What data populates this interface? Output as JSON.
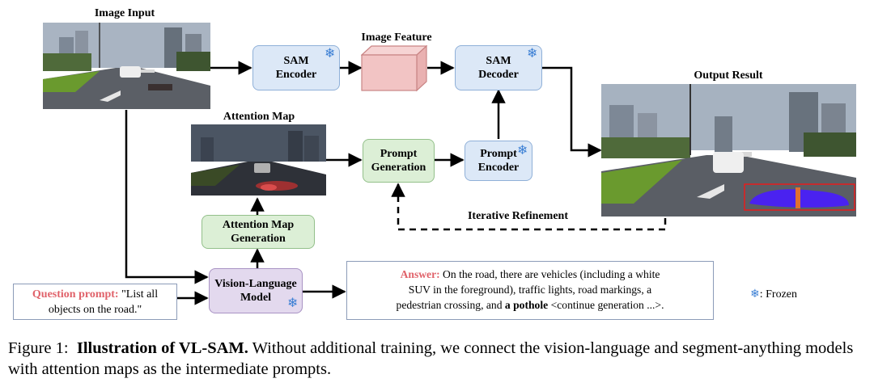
{
  "labels": {
    "image_input": "Image Input",
    "image_feature": "Image Feature",
    "output_result": "Output Result",
    "attention_map": "Attention Map",
    "iterative_refinement": "Iterative Refinement",
    "frozen": ": Frozen"
  },
  "boxes": {
    "sam_encoder": [
      "SAM",
      "Encoder"
    ],
    "sam_decoder": [
      "SAM",
      "Decoder"
    ],
    "prompt_generation": [
      "Prompt",
      "Generation"
    ],
    "prompt_encoder": [
      "Prompt",
      "Encoder"
    ],
    "attention_map_generation": [
      "Attention Map",
      "Generation"
    ],
    "vision_language_model": [
      "Vision-Language",
      "Model"
    ]
  },
  "question": {
    "label": "Question prompt:",
    "text_line1": " \"List all",
    "text_line2": "objects on the road.\""
  },
  "answer": {
    "label": "Answer:",
    "text_line1": " On the road, there are vehicles (including a white",
    "text_line2": "SUV in the foreground), traffic lights, road markings, a",
    "text_line3_pre": "pedestrian crossing, and ",
    "text_line3_bold": "a pothole",
    "text_line3_post": " <continue generation ...>."
  },
  "caption": {
    "prefix": "Figure 1:",
    "bold": "Illustration of VL-SAM.",
    "rest": " Without additional training, we connect the vision-language and segment-anything models with attention maps as the intermediate prompts."
  },
  "icons": {
    "frozen": "snowflake-icon"
  },
  "colors": {
    "blue_box": "#dce8f7",
    "green_box": "#dcefd6",
    "purple_box": "#e3d9ee",
    "feature_cube": "#f2c4c4",
    "highlight_red": "#e0626a",
    "segmentation": "#4a22f0"
  }
}
